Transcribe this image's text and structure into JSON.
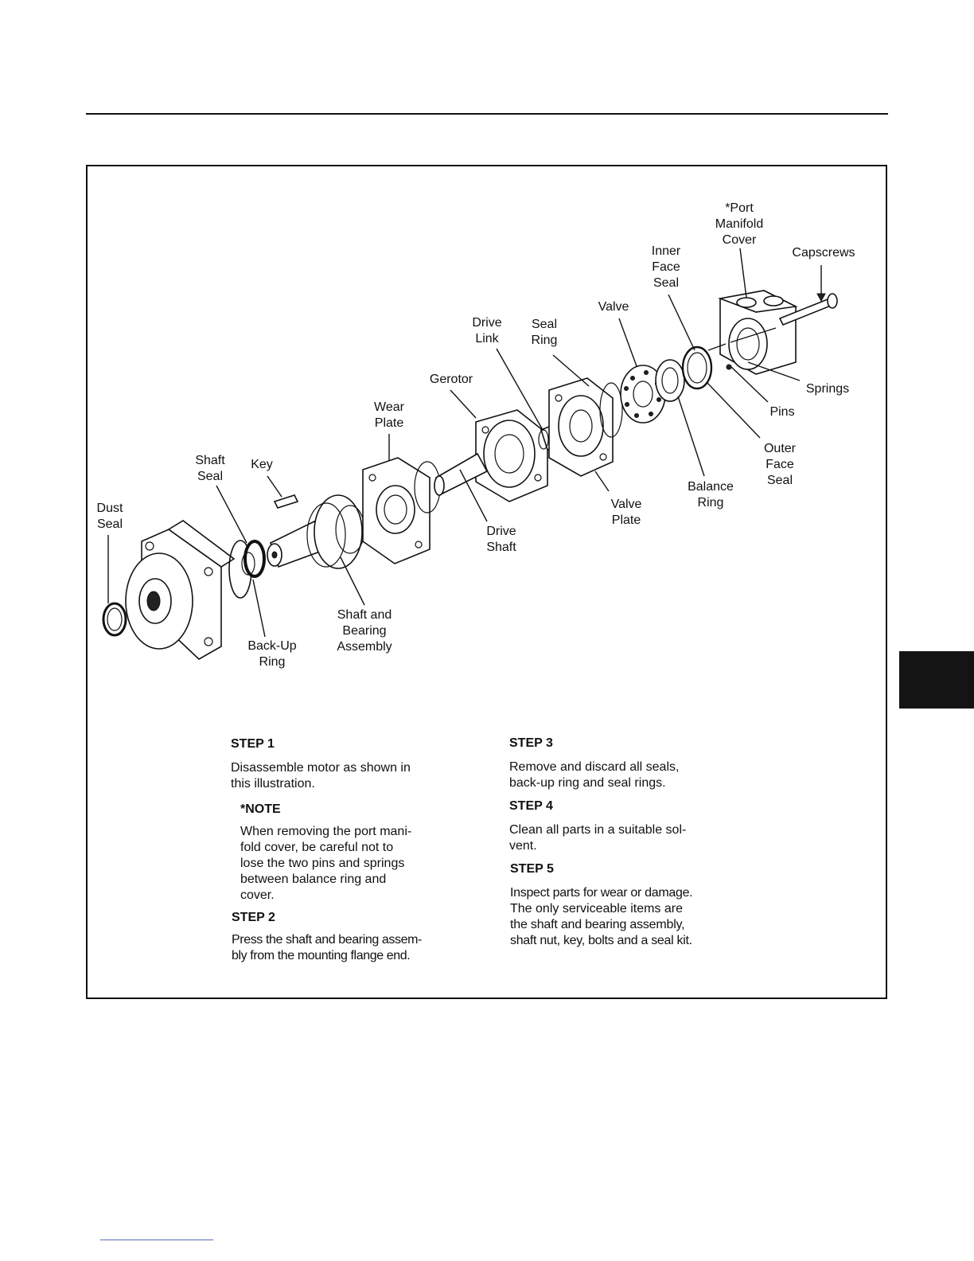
{
  "labels": {
    "port_manifold_cover": [
      "*Port",
      "Manifold",
      "Cover"
    ],
    "capscrews": [
      "Capscrews"
    ],
    "inner_face_seal": [
      "Inner",
      "Face",
      "Seal"
    ],
    "valve": [
      "Valve"
    ],
    "drive_link": [
      "Drive",
      "Link"
    ],
    "seal_ring": [
      "Seal",
      "Ring"
    ],
    "gerotor": [
      "Gerotor"
    ],
    "springs": [
      "Springs"
    ],
    "wear_plate": [
      "Wear",
      "Plate"
    ],
    "pins": [
      "Pins"
    ],
    "outer_face_seal": [
      "Outer",
      "Face",
      "Seal"
    ],
    "shaft_seal": [
      "Shaft",
      "Seal"
    ],
    "key": [
      "Key"
    ],
    "balance_ring": [
      "Balance",
      "Ring"
    ],
    "valve_plate": [
      "Valve",
      "Plate"
    ],
    "dust_seal": [
      "Dust",
      "Seal"
    ],
    "drive_shaft": [
      "Drive",
      "Shaft"
    ],
    "shaft_bearing_assembly": [
      "Shaft and",
      "Bearing",
      "Assembly"
    ],
    "backup_ring": [
      "Back-Up",
      "Ring"
    ]
  },
  "steps": {
    "step1": {
      "title": "STEP 1",
      "lines": [
        "Disassemble motor as shown in",
        "this illustration."
      ]
    },
    "note": {
      "title": "*NOTE",
      "lines": [
        "When removing the port mani-",
        "fold cover, be careful not to",
        "lose the two pins and springs",
        "between balance ring and",
        "cover."
      ]
    },
    "step2": {
      "title": "STEP 2",
      "lines": [
        "Press the shaft and bearing assem-",
        "bly from the mounting flange end."
      ]
    },
    "step3": {
      "title": "STEP 3",
      "lines": [
        "Remove and discard all seals,",
        "back-up ring and seal rings."
      ]
    },
    "step4": {
      "title": "STEP 4",
      "lines": [
        "Clean all parts in a suitable sol-",
        "vent."
      ]
    },
    "step5": {
      "title": "STEP 5",
      "lines": [
        "Inspect parts for wear or damage.",
        "The only serviceable items are",
        "the shaft and bearing assembly,",
        "shaft nut, key, bolts and a seal kit."
      ]
    }
  }
}
